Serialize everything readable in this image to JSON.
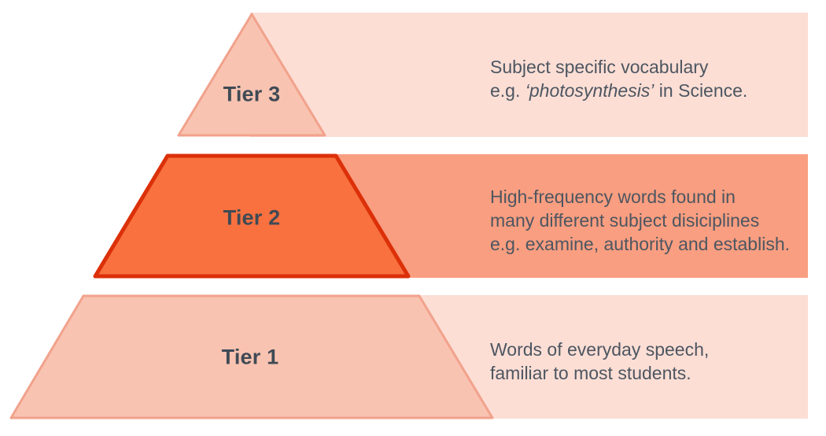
{
  "colors": {
    "background": "#ffffff",
    "band_light": "#fcded5",
    "band_mid": "#f99e80",
    "tier_light_fill": "#f9c3b1",
    "tier_light_border": "#f1a28c",
    "tier2_fill": "#f8713f",
    "tier2_border": "#dc3009",
    "label_text": "#3f4a55",
    "body_text": "#4d5661"
  },
  "pyramid": {
    "tiers": [
      {
        "id": "tier-3",
        "label": "Tier 3",
        "description": [
          [
            {
              "text": "Subject specific vocabulary"
            }
          ],
          [
            {
              "text": "e.g. "
            },
            {
              "text": "‘photosynthesis’",
              "italic": true
            },
            {
              "text": " in Science."
            }
          ]
        ]
      },
      {
        "id": "tier-2",
        "label": "Tier 2",
        "description": [
          [
            {
              "text": "High-frequency words found in"
            }
          ],
          [
            {
              "text": "many different subject disiciplines"
            }
          ],
          [
            {
              "text": "e.g. examine, authority and establish."
            }
          ]
        ]
      },
      {
        "id": "tier-1",
        "label": "Tier 1",
        "description": [
          [
            {
              "text": "Words of everyday speech,"
            }
          ],
          [
            {
              "text": "familiar to most students."
            }
          ]
        ]
      }
    ]
  }
}
